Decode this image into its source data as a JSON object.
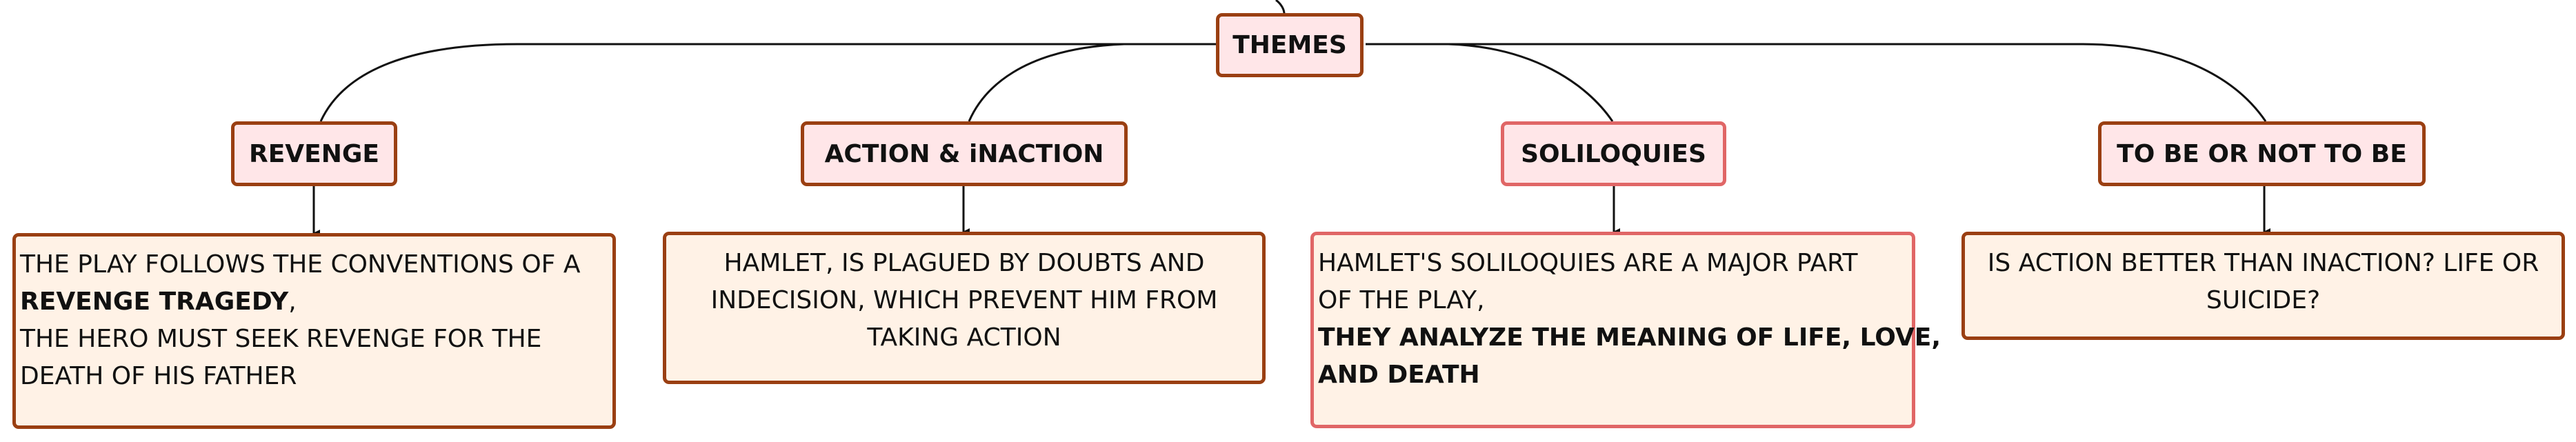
{
  "root": {
    "label": "THEMES"
  },
  "themes": [
    {
      "title": "REVENGE",
      "text": {
        "line1": "THE PLAY FOLLOWS THE CONVENTIONS OF A",
        "line2_bold": "REVENGE TRAGEDY",
        "line2_rest": ",",
        "line3": "THE HERO MUST SEEK REVENGE FOR THE",
        "line4": "DEATH OF HIS FATHER"
      }
    },
    {
      "title": "ACTION & iNACTION",
      "text": {
        "line1": "HAMLET, IS PLAGUED BY DOUBTS AND",
        "line2": "INDECISION, WHICH PREVENT HIM FROM",
        "line3": "TAKING ACTION"
      }
    },
    {
      "title": "SOLILOQUIES",
      "text": {
        "line1": "HAMLET'S SOLILOQUIES ARE A MAJOR PART",
        "line2": "OF THE PLAY,",
        "line3_bold": "THEY ANALYZE THE MEANING OF LIFE, LOVE,",
        "line4_bold": "AND DEATH"
      }
    },
    {
      "title": "TO BE OR NOT TO BE",
      "text": {
        "line1": "IS ACTION BETTER THAN INACTION?  LIFE OR",
        "line2": "SUICIDE?"
      }
    }
  ],
  "colors": {
    "node_fill": "#ffe6e8",
    "detail_fill": "#fff2e6",
    "border_brown": "#9a3f12",
    "border_salmon": "#e06666",
    "connector": "#111111"
  }
}
